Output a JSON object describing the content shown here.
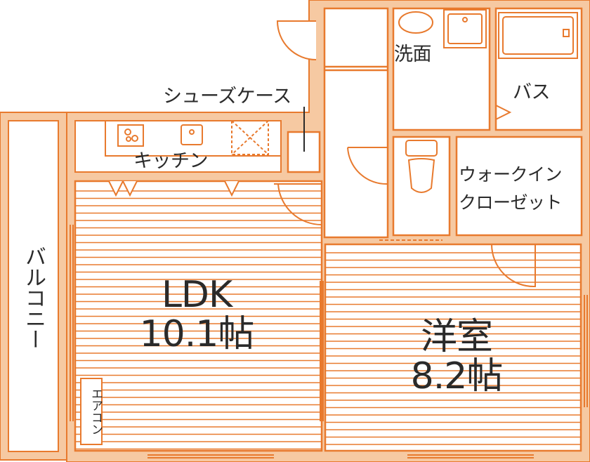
{
  "plan": {
    "rooms": {
      "ldk": {
        "name": "LDK",
        "size": "10.1帖"
      },
      "bedroom": {
        "name": "洋室",
        "size": "8.2帖"
      }
    },
    "labels": {
      "washroom": "洗面",
      "bath": "バス",
      "shoe_case": "シューズケース",
      "kitchen": "キッチン",
      "closet_1": "ウォークイン",
      "closet_2": "クローゼット",
      "balcony": "バルコニー",
      "aircon": "エアコン"
    }
  },
  "colors": {
    "wall": "#e87a2e",
    "wall_fill": "#f6c9a2",
    "floor_line": "#e87a2e",
    "text": "#2a2a2a"
  }
}
